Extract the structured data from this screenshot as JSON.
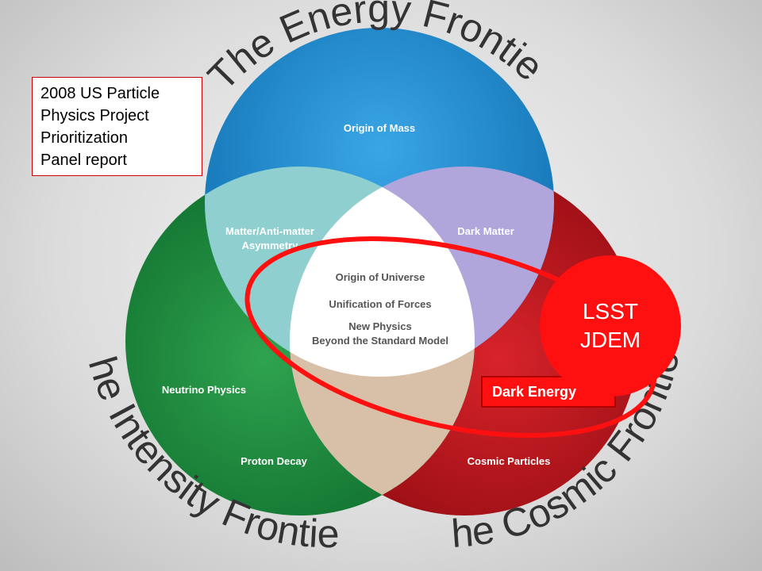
{
  "report_box": {
    "lines": [
      "2008 US Particle",
      "Physics Project",
      "Prioritization",
      "Panel report"
    ]
  },
  "frontiers": {
    "energy": "The Energy Frontier",
    "intensity": "The Intensity Frontier",
    "cosmic": "The Cosmic Frontier"
  },
  "regions": {
    "origin_of_mass": "Origin of Mass",
    "matter_antimatter_1": "Matter/Anti-matter",
    "matter_antimatter_2": "Asymmetry",
    "dark_matter": "Dark Matter",
    "neutrino_physics": "Neutrino Physics",
    "proton_decay": "Proton Decay",
    "cosmic_particles": "Cosmic Particles",
    "center_1": "Origin of Universe",
    "center_2": "Unification of Forces",
    "center_3": "New Physics",
    "center_4": "Beyond the Standard Model"
  },
  "callout": {
    "line1": "LSST",
    "line2": "JDEM"
  },
  "dark_energy_label": "Dark Energy",
  "colors": {
    "energy_blue": "#1e8fd6",
    "intensity_green": "#1a8a3c",
    "cosmic_red": "#c8141c",
    "accent_red": "#ff1010"
  }
}
